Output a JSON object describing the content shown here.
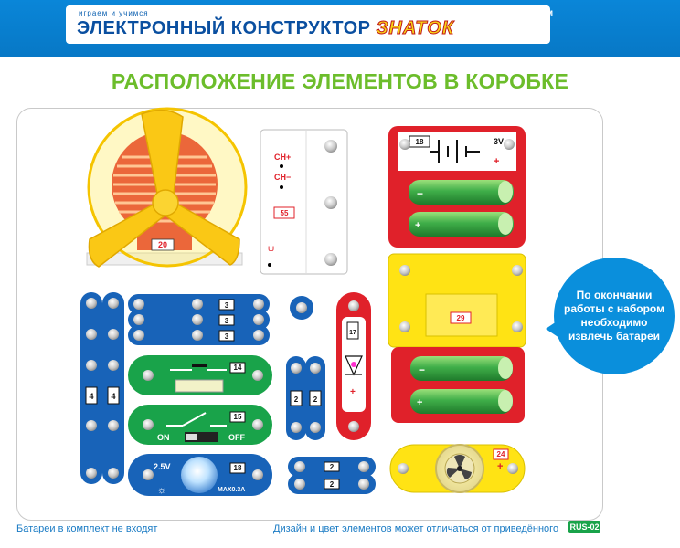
{
  "header": {
    "tagline": "играем и учимся",
    "title": "ЭЛЕКТРОННЫЙ КОНСТРУКТОР",
    "logo": "ЗНАТОК",
    "tm": "TM"
  },
  "page_title": "РАСПОЛОЖЕНИЕ ЭЛЕМЕНТОВ В КОРОБКЕ",
  "components": {
    "motor_label": "20",
    "board_ch_plus": "CH+",
    "board_ch_minus": "CH−",
    "board_label": "55",
    "battery_label": "18",
    "battery_voltage": "3V",
    "battery_plus": "+",
    "battery_minus": "−",
    "wire3_labels": [
      "3",
      "3",
      "3"
    ],
    "wire4_labels": [
      "4",
      "4"
    ],
    "wire2v_labels": [
      "2",
      "2"
    ],
    "wire2h_labels": [
      "2",
      "2"
    ],
    "button_label": "14",
    "switch_label": "15",
    "switch_on": "ON",
    "switch_off": "OFF",
    "lamp_label": "18",
    "lamp_voltage": "2.5V",
    "lamp_current": "MAX0.3A",
    "led_label": "17",
    "holder_label": "29",
    "fan_motor_label": "24",
    "fan_motor_plus": "+"
  },
  "callout": "По окончании работы с набором необходимо извлечь батареи",
  "footer": {
    "left": "Батареи в комплект не входят",
    "right": "Дизайн и цвет элементов может отличаться от приведённого",
    "code": "RUS-02"
  },
  "colors": {
    "header_blue": "#0778c6",
    "title_green": "#6cbd2b",
    "red": "#e0212a",
    "yellow": "#ffe314",
    "blue": "#1863b8",
    "green": "#19a34a",
    "battery_green": "#3fae49"
  }
}
